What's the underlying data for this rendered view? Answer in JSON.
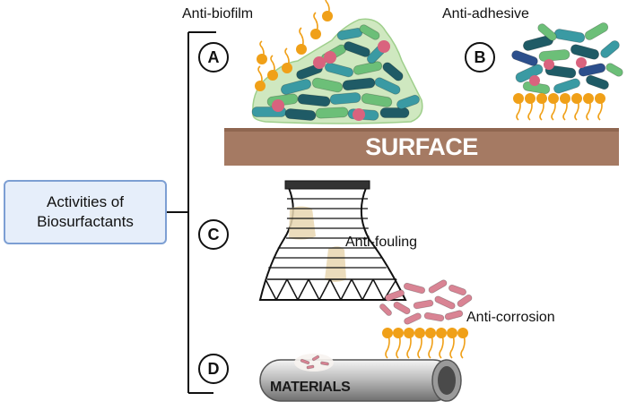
{
  "central": {
    "line1": "Activities of",
    "line2": "Biosurfactants"
  },
  "markers": {
    "a": "A",
    "b": "B",
    "c": "C",
    "d": "D"
  },
  "labels": {
    "anti_biofilm": "Anti-biofilm",
    "anti_adhesive": "Anti-adhesive",
    "anti_fouling": "Anti-fouling",
    "anti_corrosion": "Anti-corrosion"
  },
  "surface_label": "SURFACE",
  "materials_label": "MATERIALS",
  "colors": {
    "surface": "#a57a63",
    "biofilm_matrix": "#cfe8c0",
    "bacteria_dark": "#1f5b66",
    "bacteria_teal": "#3a9aa3",
    "bacteria_green": "#6cbf78",
    "bacteria_blue": "#2c4f8c",
    "spore_pink": "#d9637e",
    "surfactant_orange": "#f0a018",
    "corrosion_pink": "#d98494",
    "tower_stain": "#e8d6b0",
    "box_fill": "#e6eefa",
    "box_border": "#7d9fd3"
  }
}
